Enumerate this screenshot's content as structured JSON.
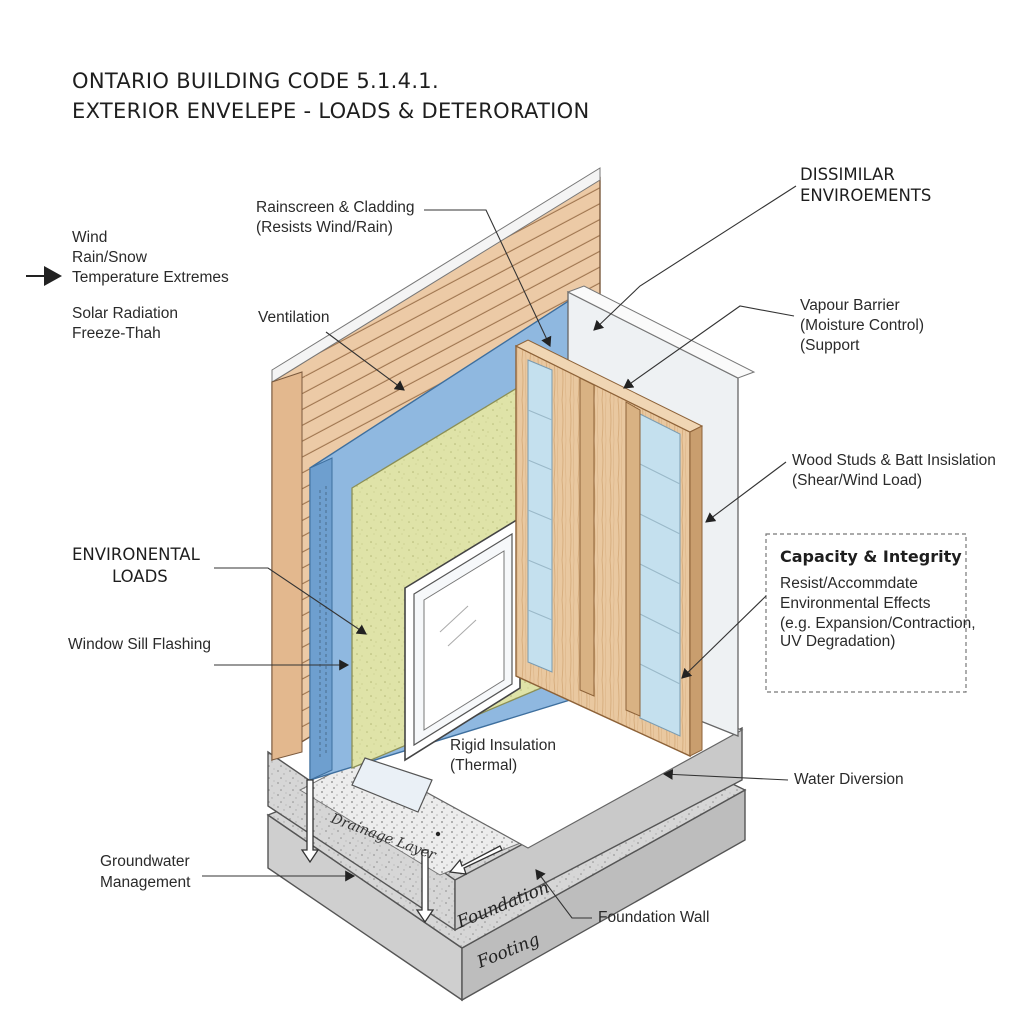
{
  "title": {
    "line1": "ONTARIO BUILDING CODE 5.1.4.1.",
    "line2": "EXTERIOR ENVELEPE - LOADS & DETERORATION"
  },
  "loads_list": {
    "wind": "Wind",
    "rain_snow": "Rain/Snow",
    "temperature": "Temperature Extremes",
    "solar": "Solar Radiation",
    "freeze": "Freeze-Thah"
  },
  "labels": {
    "rainscreen_line1": "Rainscreen & Cladding",
    "rainscreen_line2": "(Resists Wind/Rain)",
    "ventilation": "Ventilation",
    "dissimilar_line1": "DISSIMILAR",
    "dissimilar_line2": "ENVIROEMENTS",
    "vapour_line1": "Vapour Barrier",
    "vapour_line2": "(Moisture Control)",
    "vapour_line3": "(Support",
    "studs_line1": "Wood Studs & Batt Insislation",
    "studs_line2": "(Shear/Wind Load)",
    "env_loads_line1": "ENVIRONENTAL",
    "env_loads_line2": "LOADS",
    "window_sill": "Window Sill Flashing",
    "rigid_line1": "Rigid Insulation",
    "rigid_line2": "(Thermal)",
    "water_diversion": "Water Diversion",
    "groundwater_line1": "Groundwater",
    "groundwater_line2": "Management",
    "drainage_layer": "Drainage Layer",
    "foundation": "Foundation",
    "footing": "Footing",
    "foundation_wall": "Foundation Wall"
  },
  "capacity_box": {
    "heading": "Capacity & Integrity",
    "line1": "Resist/Accommdate",
    "line2": "Environmental Effects",
    "line3": "(e.g. Expansion/Contraction,",
    "line4": "UV Degradation)"
  },
  "colors": {
    "cladding": "#e9c9a6",
    "wrb_blue": "#8fb8e0",
    "insulation_green": "#dfe3a6",
    "stud_wood": "#e8c9a0",
    "batt_blue": "#c4e0ee",
    "drywall": "#eef1f3",
    "concrete": "#d8d8d8"
  }
}
